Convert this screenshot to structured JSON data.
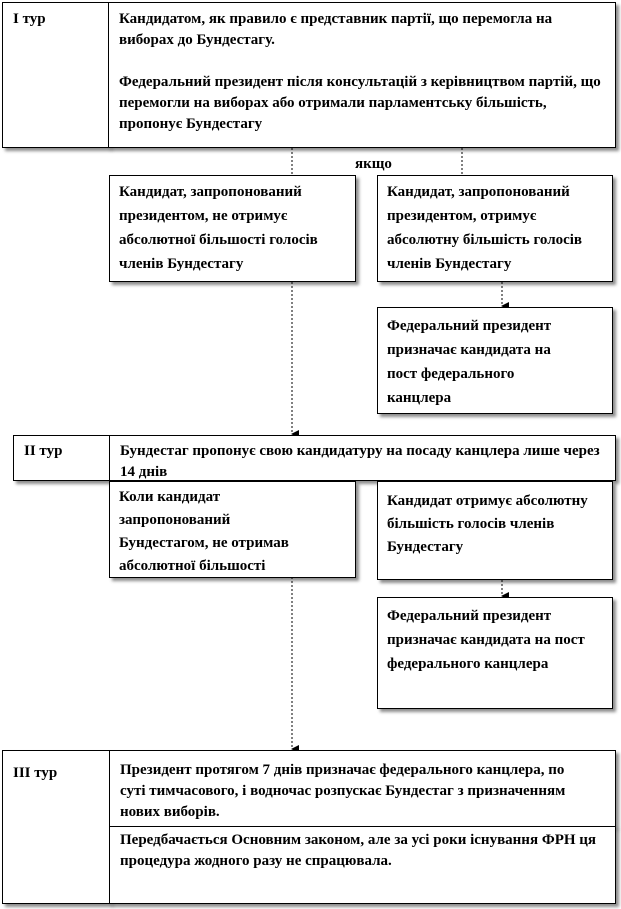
{
  "round1": {
    "label": "І тур",
    "text1": "Кандидатом, як правило є представник партії, що перемогла на виборах до Бундестагу.",
    "text2": "Федеральний президент після консультацій з керівництвом партій, що перемогли на виборах або отримали парламентську більшість,  пропонує Бундестагу"
  },
  "if_label": "якщо",
  "r1_left": "Кандидат, запропонований президентом, не отримує абсолютної більшості голосів членів Бундестагу",
  "r1_right": "Кандидат, запропонований президентом, отримує абсолютну більшість голосів членів Бундестагу",
  "r1_result": "Федеральний президент призначає кандидата на пост федерального канцлера",
  "round2": {
    "label": "ІІ тур",
    "text": "Бундестаг пропонує свою кандидатуру на посаду канцлера лише через 14 днів"
  },
  "r2_left": "Коли кандидат запропонований Бундестагом, не отримав абсолютної більшості",
  "r2_right": "Кандидат отримує абсолютну більшість голосів членів Бундестагу",
  "r2_result": "Федеральний президент призначає кандидата на пост федерального канцлера",
  "round3": {
    "label": "ІІІ тур",
    "text1": "Президент протягом 7 днів призначає федерального канцлера, по суті тимчасового, і водночас розпускає Бундестаг з призначенням нових виборів.",
    "text2": "Передбачається Основним законом, але за усі роки існування ФРН ця процедура жодного разу не спрацювала."
  }
}
